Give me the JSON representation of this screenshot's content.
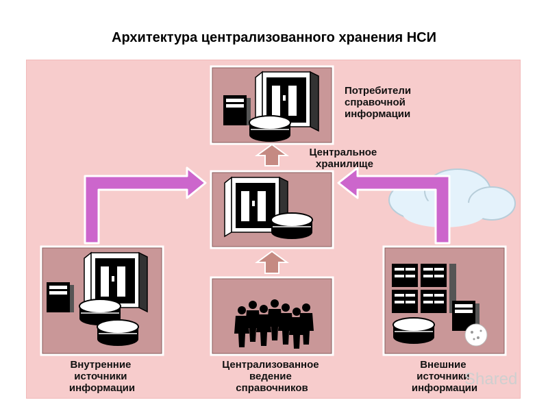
{
  "title": "Архитектура централизованного хранения НСИ",
  "labels": {
    "consumers": [
      "Потребители",
      "справочной",
      "информации"
    ],
    "central": [
      "Центральное",
      "хранилище"
    ],
    "internal": [
      "Внутренние",
      "источники",
      "информации"
    ],
    "centralized": [
      "Централизованное",
      "ведение",
      "справочников"
    ],
    "external": [
      "Внешние",
      "источники",
      "информации"
    ]
  },
  "watermark": "Shared",
  "colors": {
    "background": "#f7cccc",
    "box": "#c99798",
    "arrow_magenta": "#cc66cc",
    "arrow_brown": "#c58a82",
    "cloud": "#e4f2fb"
  },
  "icons": [
    "server-cabinet-icon",
    "database-icon",
    "tower-pc-icon",
    "people-group-icon",
    "server-rack-icon",
    "globe-icon"
  ]
}
